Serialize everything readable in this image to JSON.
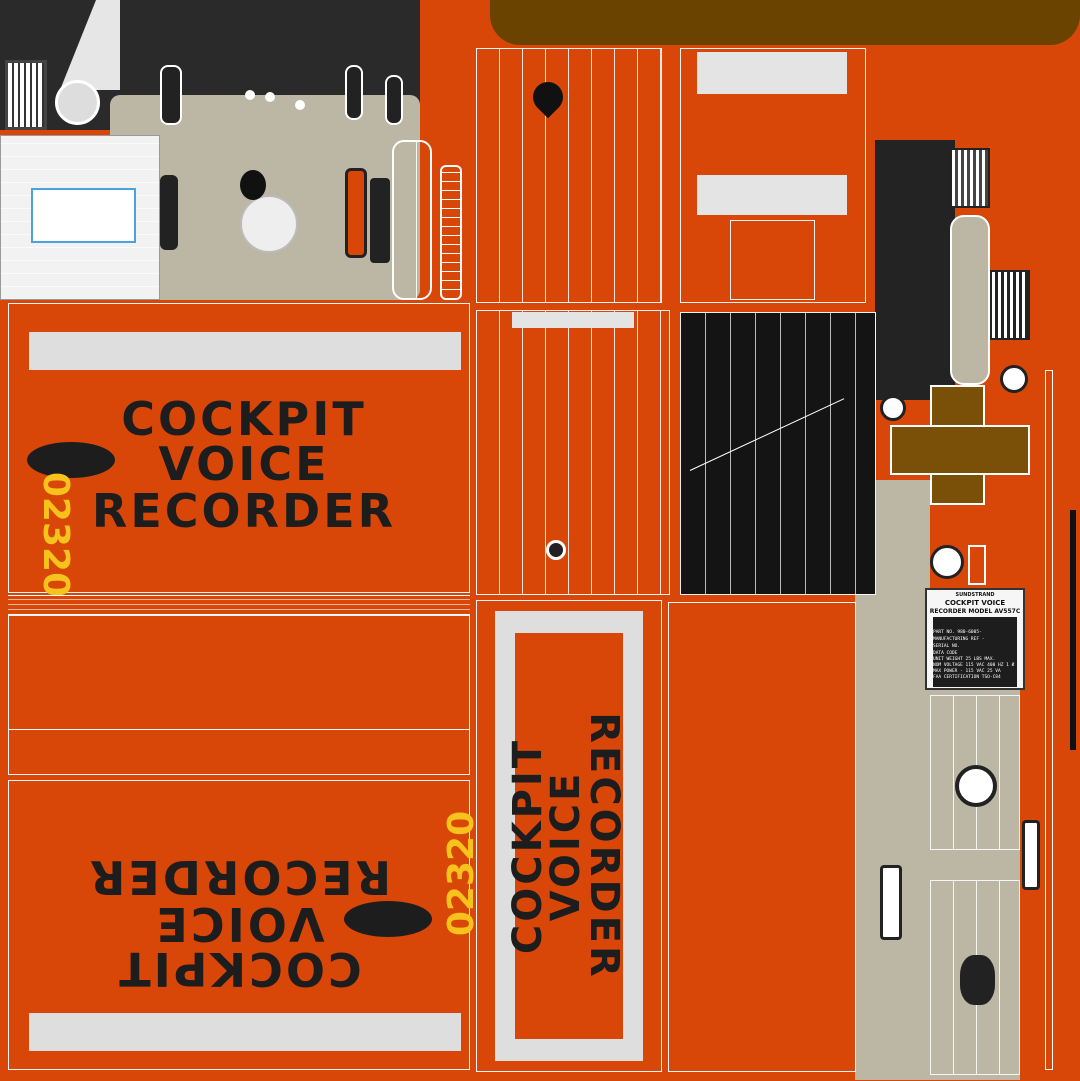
{
  "panels": {
    "main_top": {
      "line1": "COCKPIT",
      "line2": "VOICE",
      "line3": "RECORDER",
      "serial": "02320"
    },
    "main_bottom": {
      "line1": "COCKPIT",
      "line2": "VOICE",
      "line3": "RECORDER",
      "serial": "02320"
    },
    "side_panel": {
      "line1": "COCKPIT",
      "line2": "VOICE",
      "line3": "RECORDER"
    }
  },
  "data_plate": {
    "brand": "SUNDSTRAND",
    "title1": "COCKPIT VOICE",
    "title2": "RECORDER MODEL AV557C",
    "rows": [
      "PART NO.  980-6005-",
      "MANUFACTURING REF -",
      "SERIAL NO.",
      "DATA CODE",
      "UNIT WEIGHT 25 LBS MAX.",
      "NOM VOLTAGE 115 VAC 400 HZ 1 Ø",
      "MAX POWER  -  115 VAC  25 VA",
      "FAA CERTIFICATION TSO-C84"
    ]
  },
  "colors": {
    "orange": "#d94708",
    "black": "#1d1d1d",
    "yellow": "#f7c21c",
    "beige": "#bcb7a4",
    "brown": "#7a4f08"
  }
}
